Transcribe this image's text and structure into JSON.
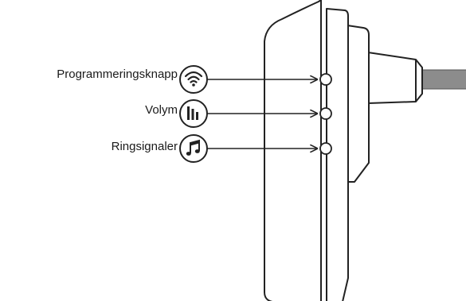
{
  "labels": {
    "programming_button": "Programmeringsknapp",
    "volume": "Volym",
    "ringtones": "Ringsignaler"
  },
  "icons": {
    "programming_button": "wifi-icon",
    "volume": "volume-bars-icon",
    "ringtones": "music-note-icon"
  },
  "colors": {
    "line": "#222222",
    "cable": "#8c8c8c",
    "background": "#ffffff"
  }
}
